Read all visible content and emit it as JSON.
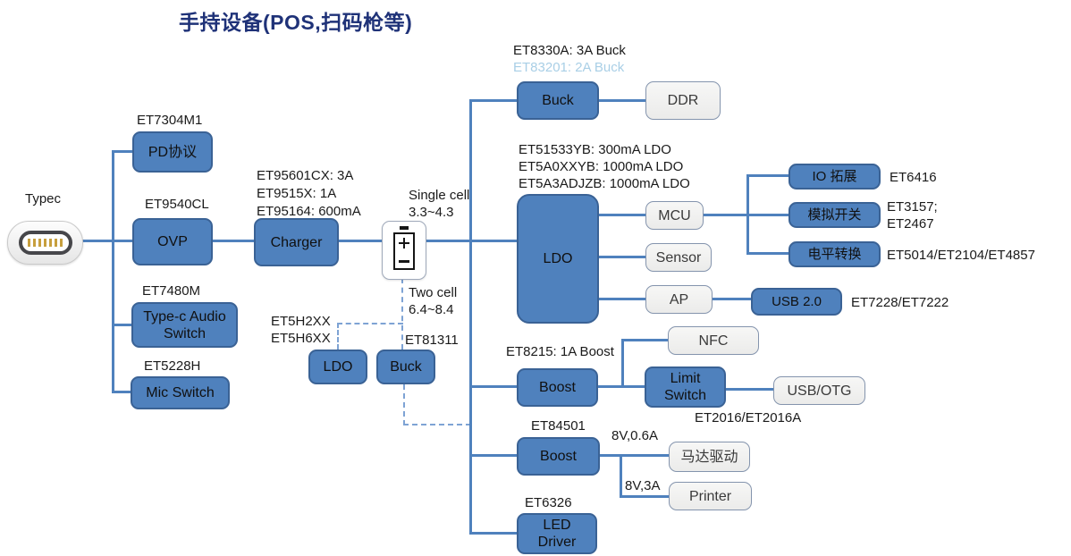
{
  "title": "手持设备(POS,扫码枪等)",
  "colors": {
    "box-blue": "#4f81bd",
    "box-blue-border": "#3a6295",
    "box-light-border": "#8494ad",
    "line-blue": "#4f81bd",
    "dash-blue": "#7ea3d4",
    "title-blue": "#1f3278",
    "note-black": "#1a1a1a",
    "note-lightblue": "#a9cfe6"
  },
  "input": {
    "typec_label": "Typec"
  },
  "left_chain": {
    "pd": {
      "chip": "ET7304M1",
      "label": "PD协议"
    },
    "ovp": {
      "chip": "ET9540CL",
      "label": "OVP"
    },
    "audio": {
      "chip": "ET7480M",
      "label": "Type-c Audio\nSwitch"
    },
    "mic": {
      "chip": "ET5228H",
      "label": "Mic Switch"
    }
  },
  "charging": {
    "charger": {
      "chips": "ET95601CX:  3A\nET9515X:  1A\nET95164:  600mA",
      "label": "Charger"
    },
    "battery": {
      "single_cell": "Single cell\n3.3~4.3",
      "two_cell": "Two cell\n6.4~8.4"
    },
    "aux_ldo": {
      "chips": "ET5H2XX\nET5H6XX",
      "label": "LDO"
    },
    "aux_buck": {
      "chip": "ET81311",
      "label": "Buck"
    }
  },
  "rails": {
    "buck": {
      "note_primary": "ET8330A:  3A Buck",
      "note_secondary": "ET83201:  2A Buck",
      "label": "Buck",
      "load": "DDR"
    },
    "ldo": {
      "notes": "ET51533YB:  300mA LDO\nET5A0XXYB: 1000mA LDO\nET5A3ADJZB: 1000mA LDO",
      "label": "LDO",
      "loads": {
        "mcu": "MCU",
        "sensor": "Sensor",
        "ap": "AP"
      },
      "peripherals": {
        "io_expander": {
          "label": "IO 拓展",
          "parts": "ET6416"
        },
        "analog_switch": {
          "label": "模拟开关",
          "parts": "ET3157;\nET2467"
        },
        "level_shift": {
          "label": "电平转换",
          "parts": "ET5014/ET2104/ET4857"
        }
      },
      "usb2": {
        "label": "USB 2.0",
        "parts": "ET7228/ET7222"
      }
    },
    "boost1": {
      "note": "ET8215: 1A Boost",
      "label": "Boost",
      "nfc": "NFC",
      "limit_switch": {
        "label": "Limit\nSwitch",
        "parts": "ET2016/ET2016A"
      },
      "usb_otg": "USB/OTG"
    },
    "boost2": {
      "chip": "ET84501",
      "label": "Boost",
      "motor": {
        "rail": "8V,0.6A",
        "label": "马达驱动"
      },
      "printer": {
        "rail": "8V,3A",
        "label": "Printer"
      }
    },
    "led": {
      "chip": "ET6326",
      "label": "LED\nDriver"
    }
  }
}
